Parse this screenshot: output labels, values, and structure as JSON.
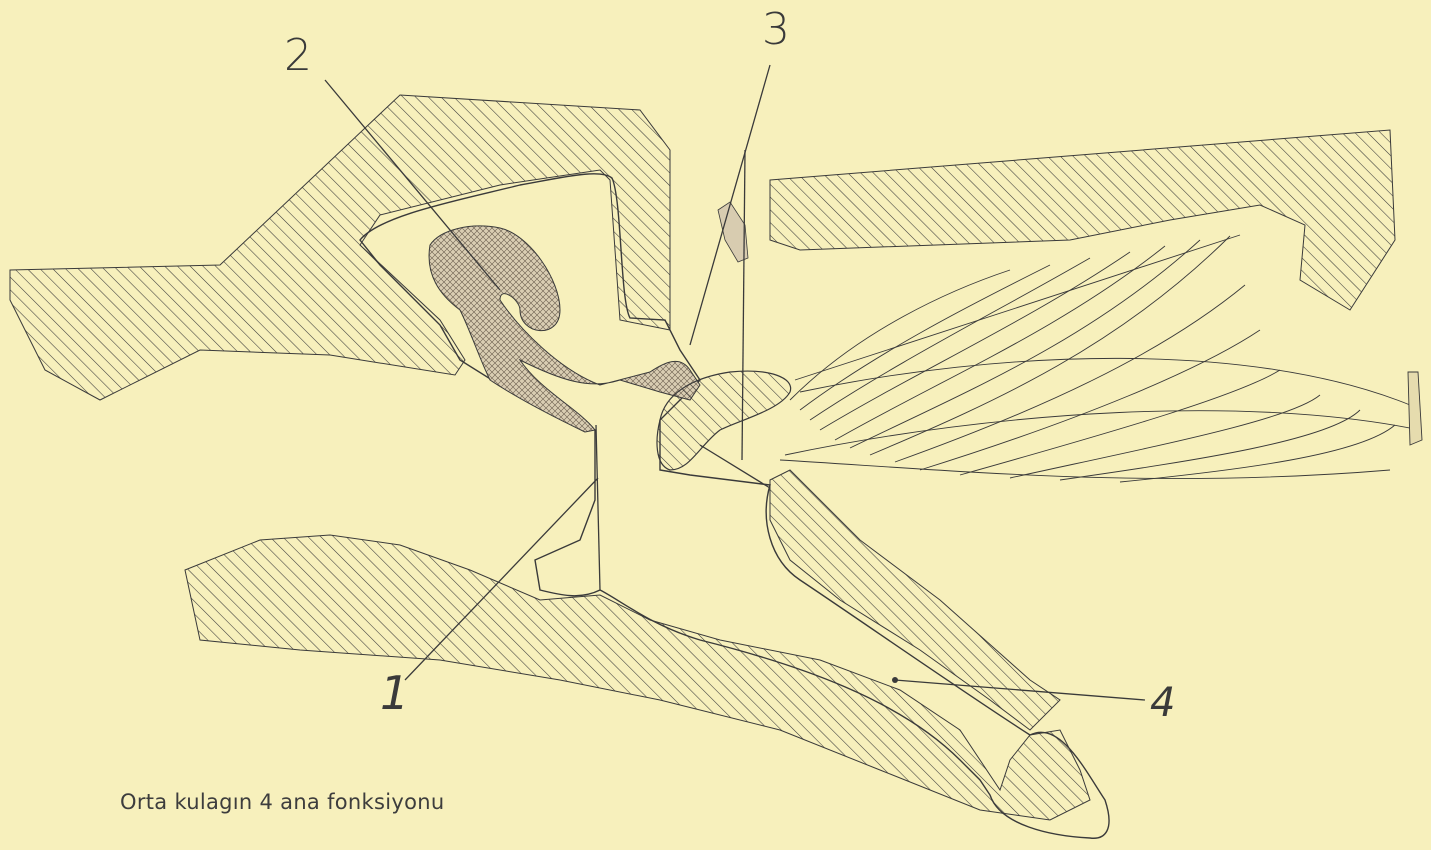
{
  "labels": {
    "n1": "1",
    "n2": "2",
    "n3": "3",
    "n4": "4"
  },
  "caption": "Orta kulagın 4 ana fonksiyonu",
  "colors": {
    "paper": "#f7f0bc",
    "ink": "#3a3a3a",
    "bone_fill": "#c9b9a0"
  }
}
